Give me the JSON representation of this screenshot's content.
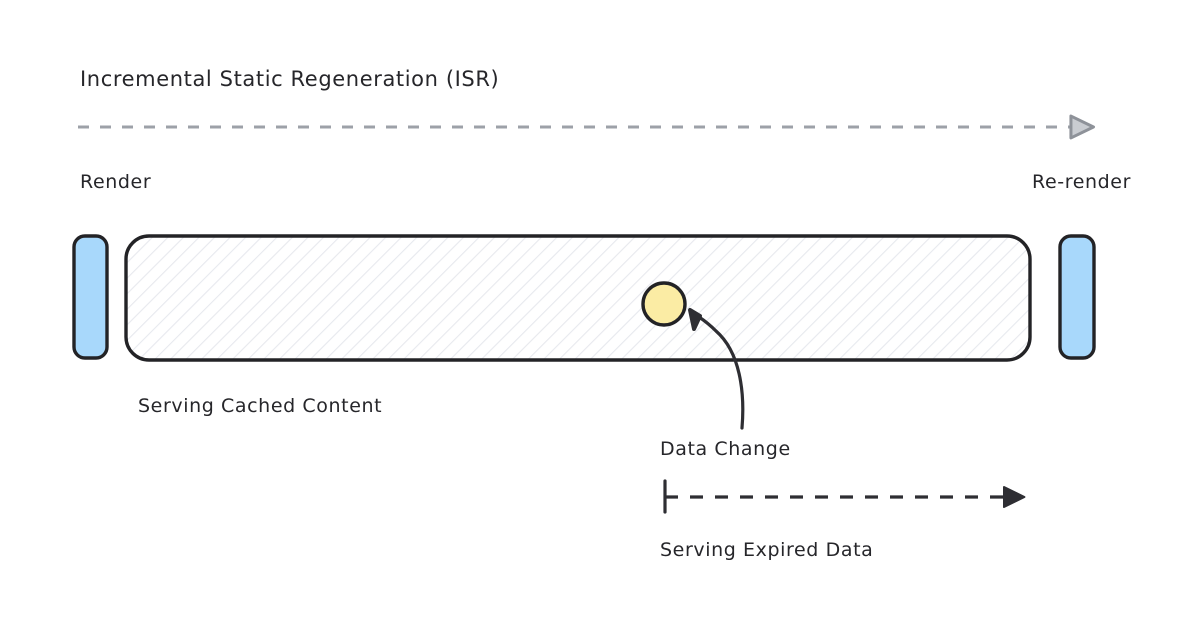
{
  "diagram": {
    "title": "Incremental Static Regeneration (ISR)",
    "stages": {
      "left_label": "Render",
      "right_label": "Re-render"
    },
    "main_region": {
      "caption": "Serving Cached Content",
      "fill_pattern": "diagonal-hatch",
      "border_color": "#232326",
      "hatch_color": "#e7e9ee"
    },
    "render_blocks": [
      {
        "name": "render-block-left",
        "color": "#a8d8fb"
      },
      {
        "name": "render-block-right",
        "color": "#a8d8fb"
      }
    ],
    "event_marker": {
      "label": "Data Change",
      "color": "#fbeca4",
      "border_color": "#232326"
    },
    "expired_window": {
      "caption": "Serving Expired Data",
      "arrow_color": "#2e2e33"
    },
    "timeline": {
      "style": "dashed",
      "color": "#9da1a8",
      "arrow_head": "hollow-triangle"
    }
  }
}
